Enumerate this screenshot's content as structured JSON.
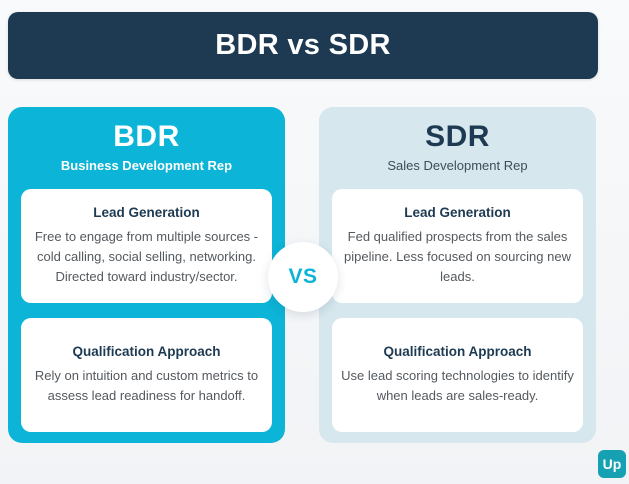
{
  "theme": {
    "background": "#f4f6f8",
    "header_bg": "#1d3a52",
    "bdr_accent": "#0cb4d7",
    "sdr_card_bg": "#d6e7ee",
    "navy_text": "#1d3a52",
    "body_text": "#54595e",
    "watermark_bg": "#16a1b3"
  },
  "header": {
    "title": "BDR vs SDR"
  },
  "vs_badge": {
    "label": "VS"
  },
  "columns": [
    {
      "id": "bdr",
      "title": "BDR",
      "subtitle": "Business Development Rep",
      "sections": [
        {
          "heading": "Lead Generation",
          "body": "Free to engage from multiple sources - cold calling, social selling, networking. Directed toward industry/sector."
        },
        {
          "heading": "Qualification Approach",
          "body": "Rely on intuition and custom metrics to assess lead readiness for handoff."
        }
      ]
    },
    {
      "id": "sdr",
      "title": "SDR",
      "subtitle": "Sales Development Rep",
      "sections": [
        {
          "heading": "Lead Generation",
          "body": "Fed qualified prospects from the sales pipeline. Less focused on sourcing new leads."
        },
        {
          "heading": "Qualification Approach",
          "body": "Use lead scoring technologies to identify when leads are sales-ready."
        }
      ]
    }
  ],
  "watermark": {
    "label": "Up"
  }
}
